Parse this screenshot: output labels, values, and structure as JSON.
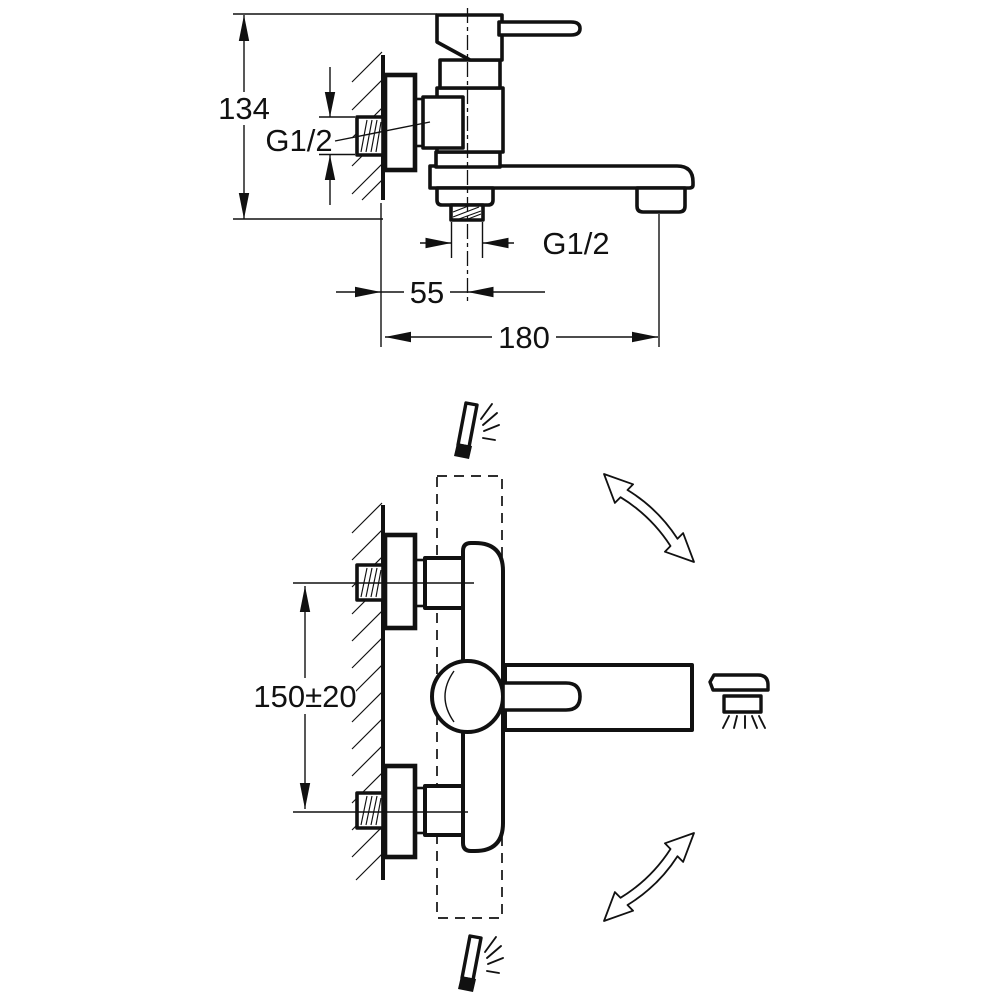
{
  "colors": {
    "ink": "#111111",
    "paper": "#ffffff"
  },
  "side_view": {
    "height_dim": "134",
    "wall_thread_label": "G1/2",
    "offset_dim": "55",
    "reach_dim": "180",
    "outlet_thread_label": "G1/2"
  },
  "front_view": {
    "centers_dim": "150±20"
  },
  "icons": {
    "handle_top": "lever-handle-motion-icon",
    "handle_bottom": "lever-handle-motion-icon",
    "swivel_top": "curved-double-arrow-icon",
    "swivel_bottom": "curved-double-arrow-icon",
    "handshower": "hand-shower-icon"
  }
}
